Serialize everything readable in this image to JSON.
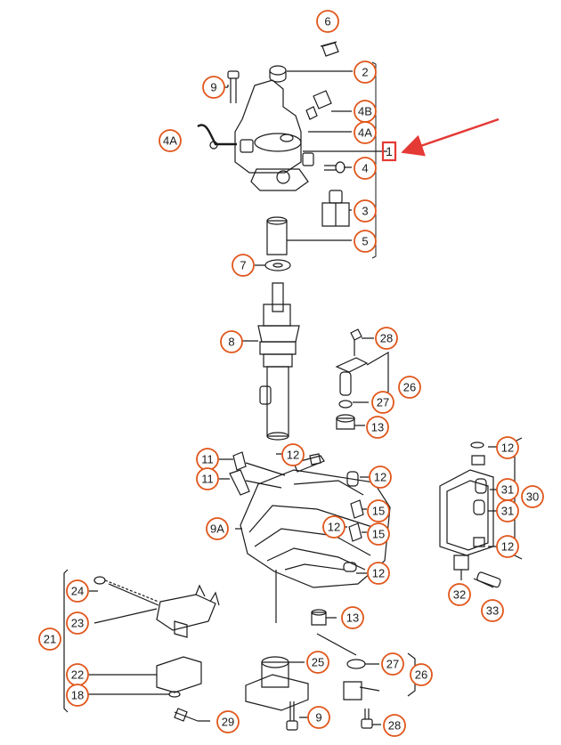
{
  "colors": {
    "callout": "#e0561b",
    "ink": "#1a1a1a",
    "highlight": "#e53935"
  },
  "callouts": [
    {
      "id": "c-6",
      "label": "6"
    },
    {
      "id": "c-2",
      "label": "2"
    },
    {
      "id": "c-9-top",
      "label": "9"
    },
    {
      "id": "c-4B",
      "label": "4B"
    },
    {
      "id": "c-4A-right",
      "label": "4A"
    },
    {
      "id": "c-4A-left",
      "label": "4A"
    },
    {
      "id": "c-4",
      "label": "4"
    },
    {
      "id": "c-3",
      "label": "3"
    },
    {
      "id": "c-5",
      "label": "5"
    },
    {
      "id": "c-7",
      "label": "7"
    },
    {
      "id": "c-8",
      "label": "8"
    },
    {
      "id": "c-28-top",
      "label": "28"
    },
    {
      "id": "c-26-top",
      "label": "26"
    },
    {
      "id": "c-27-top",
      "label": "27"
    },
    {
      "id": "c-13-top",
      "label": "13"
    },
    {
      "id": "c-11-a",
      "label": "11"
    },
    {
      "id": "c-11-b",
      "label": "11"
    },
    {
      "id": "c-12-a",
      "label": "12"
    },
    {
      "id": "c-12-b",
      "label": "12"
    },
    {
      "id": "c-12-c",
      "label": "12"
    },
    {
      "id": "c-12-d",
      "label": "12"
    },
    {
      "id": "c-15-a",
      "label": "15"
    },
    {
      "id": "c-15-b",
      "label": "15"
    },
    {
      "id": "c-9A",
      "label": "9A"
    },
    {
      "id": "c-12-r1",
      "label": "12"
    },
    {
      "id": "c-31-a",
      "label": "31"
    },
    {
      "id": "c-30",
      "label": "30"
    },
    {
      "id": "c-31-b",
      "label": "31"
    },
    {
      "id": "c-12-r2",
      "label": "12"
    },
    {
      "id": "c-32",
      "label": "32"
    },
    {
      "id": "c-33",
      "label": "33"
    },
    {
      "id": "c-24",
      "label": "24"
    },
    {
      "id": "c-23",
      "label": "23"
    },
    {
      "id": "c-21",
      "label": "21"
    },
    {
      "id": "c-22",
      "label": "22"
    },
    {
      "id": "c-18",
      "label": "18"
    },
    {
      "id": "c-29",
      "label": "29"
    },
    {
      "id": "c-13-bot",
      "label": "13"
    },
    {
      "id": "c-25",
      "label": "25"
    },
    {
      "id": "c-27-bot",
      "label": "27"
    },
    {
      "id": "c-26-bot",
      "label": "26"
    },
    {
      "id": "c-9-bot",
      "label": "9"
    },
    {
      "id": "c-28-bot",
      "label": "28"
    }
  ],
  "highlighted_part": {
    "label": "1"
  }
}
